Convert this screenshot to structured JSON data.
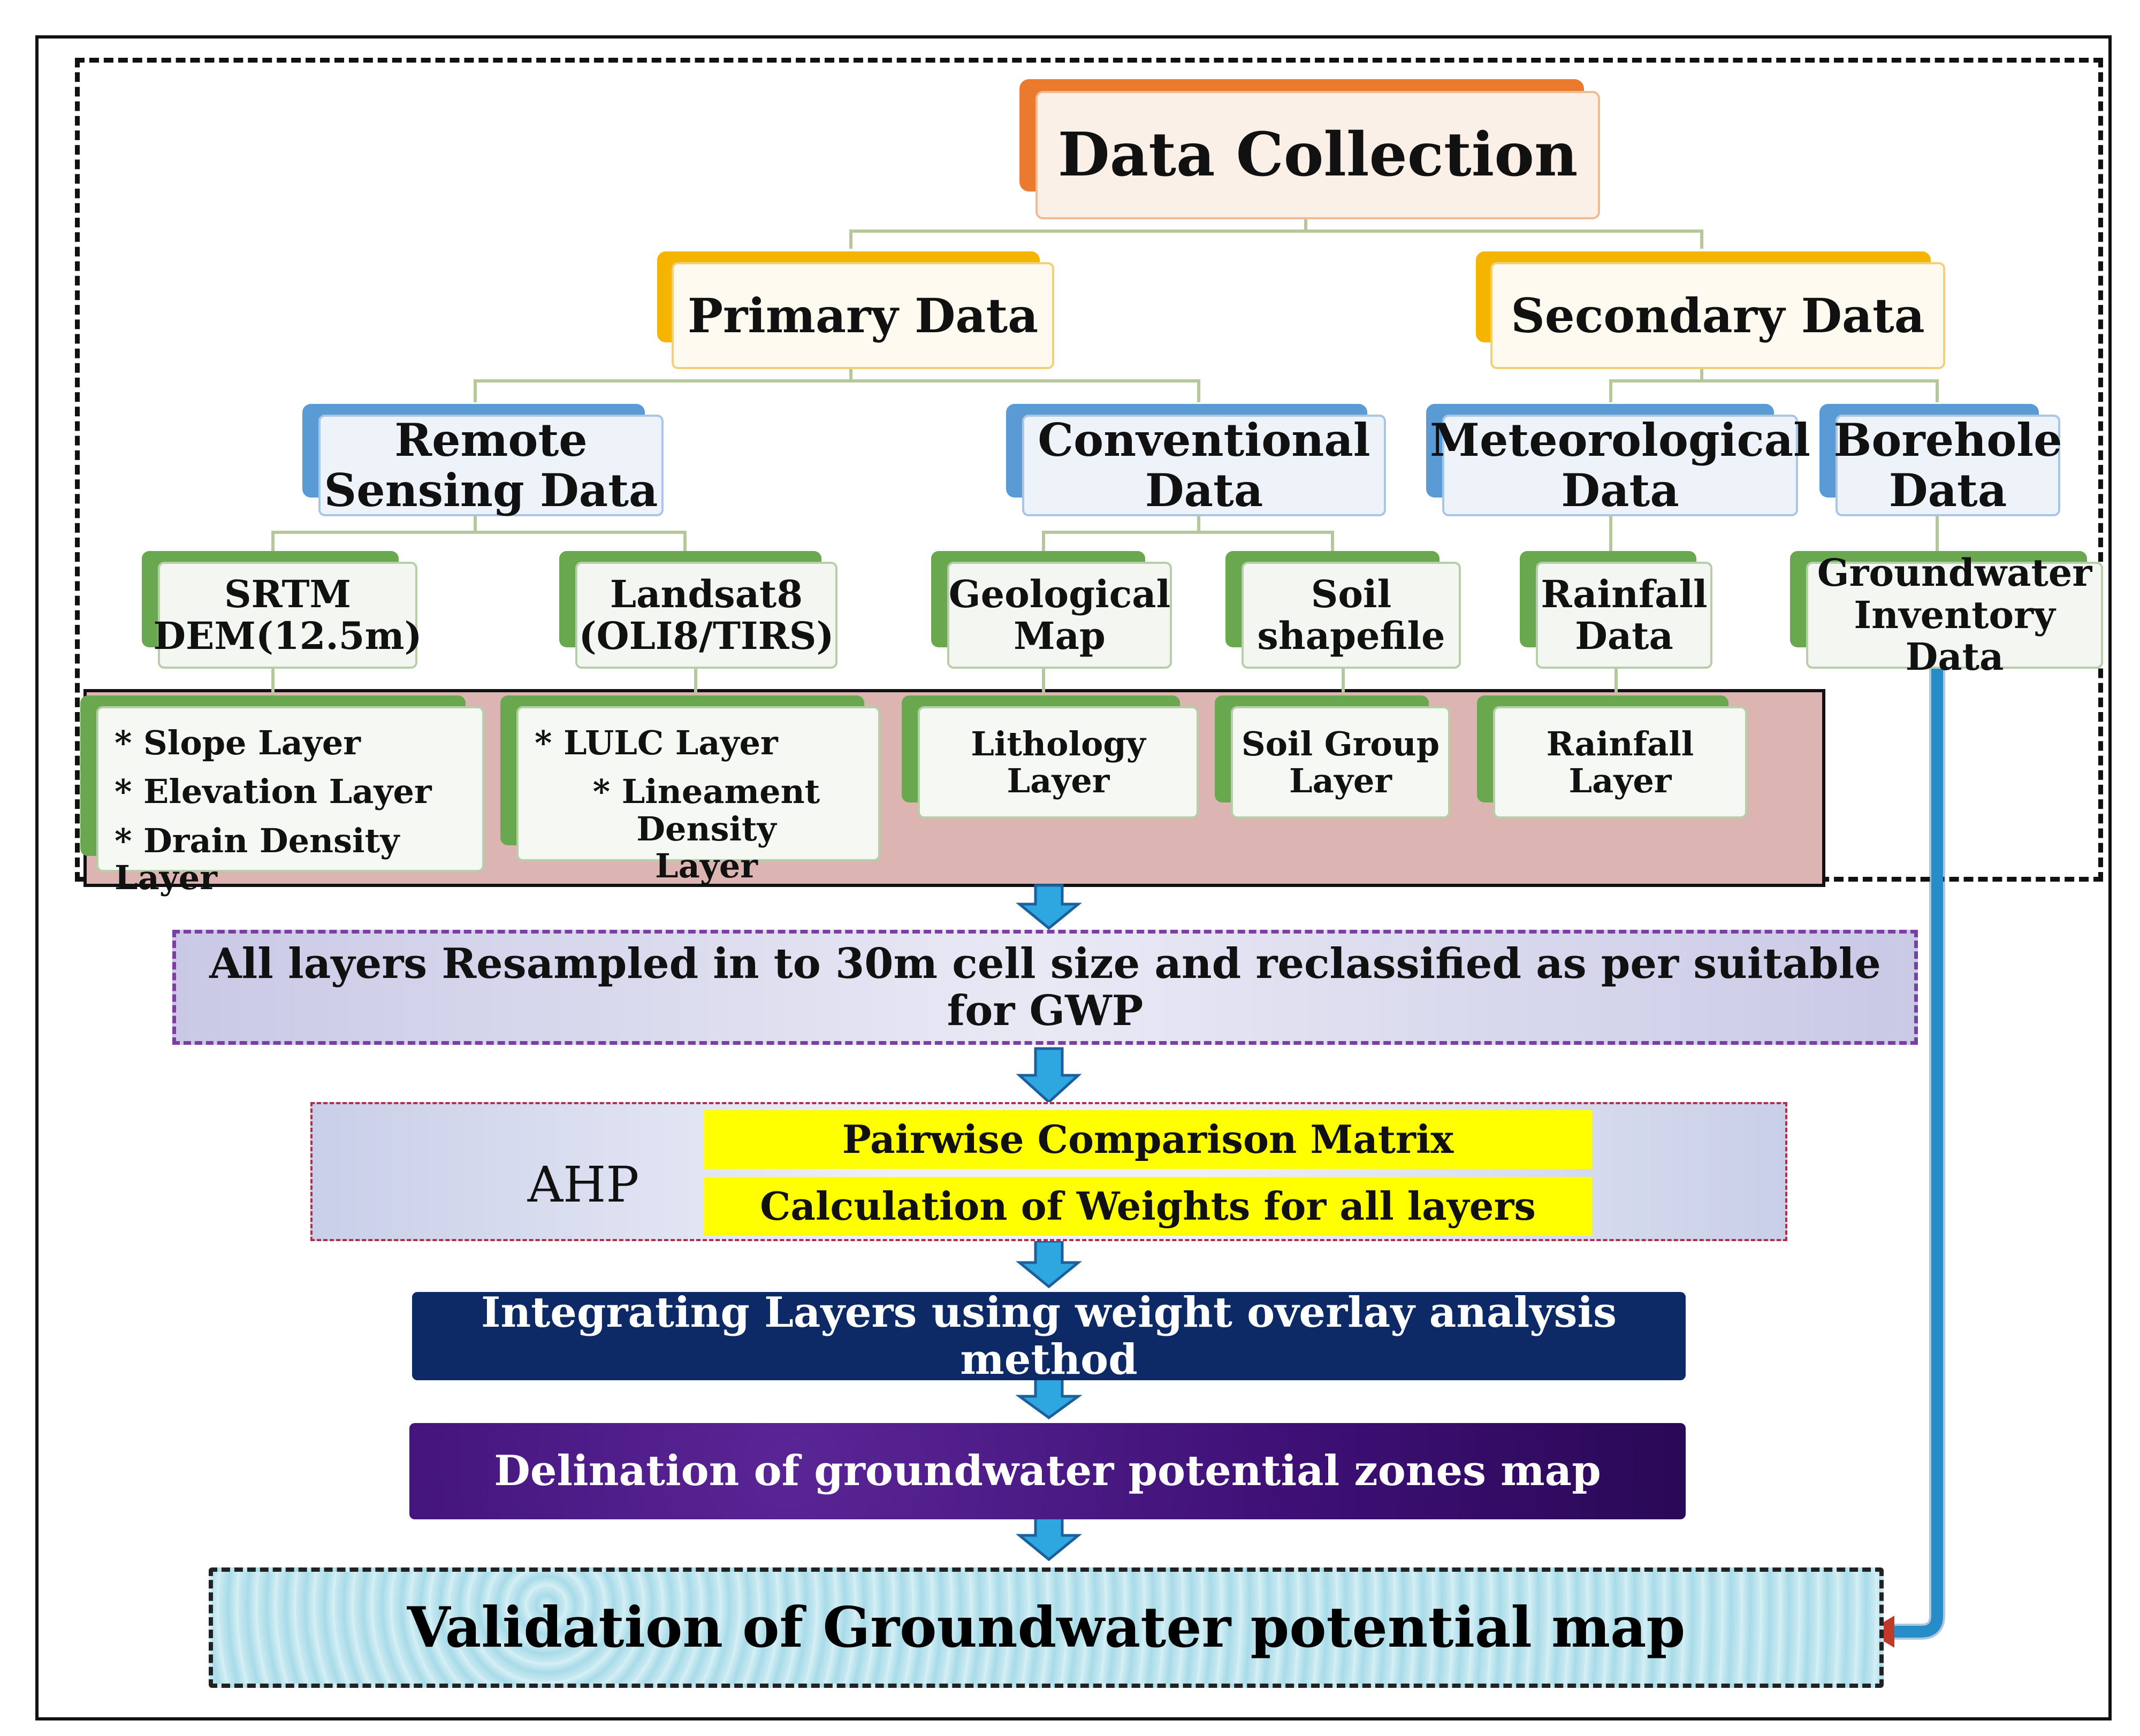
{
  "nodes": {
    "data_collection": "Data  Collection",
    "primary_data": "Primary Data",
    "secondary_data": "Secondary Data",
    "remote_sensing": "Remote\nSensing Data",
    "conventional": "Conventional\nData",
    "meteorological": "Meteorological\nData",
    "borehole": "Borehole\nData",
    "srtm": "SRTM\nDEM(12.5m)",
    "landsat": "Landsat8\n(OLI8/TIRS)",
    "geological": "Geological\nMap",
    "soil_shapefile": "Soil\nshapefile",
    "rainfall": "Rainfall\nData",
    "groundwater_inventory": "Groundwater\nInventory Data"
  },
  "layers": {
    "srtm_layers": [
      "* Slope Layer",
      "* Elevation Layer",
      "* Drain Density Layer"
    ],
    "landsat_layers": [
      "* LULC Layer",
      "* Lineament Density\nLayer"
    ],
    "lithology": "Lithology Layer",
    "soil_group": "Soil Group\nLayer",
    "rainfall_layer": "Rainfall Layer"
  },
  "steps": {
    "resample": "All layers Resampled in to 30m cell size and reclassified as per suitable for GWP",
    "ahp_label": "AHP",
    "pairwise": "Pairwise Comparison Matrix",
    "weights": "Calculation of Weights for all layers",
    "integrate": "Integrating Layers using weight overlay analysis method",
    "delineation": "Delination of groundwater potential zones map",
    "validation": "Validation of Groundwater potential map"
  },
  "colors": {
    "orange": "#e97a2e",
    "yellow": "#f5b400",
    "blue": "#5b9bd5",
    "green": "#6aa84f",
    "layer_band": "#dcb5b3",
    "resample_fill": "#d0cfe8",
    "resample_border": "#7b3fa0",
    "ahp_yellow": "#ffff00",
    "integrate_fill": "#0d2a66",
    "delineation_fill": "#3c0f73",
    "validation_fill": "#bfe6ef",
    "arrow": "#2ea6e0"
  }
}
